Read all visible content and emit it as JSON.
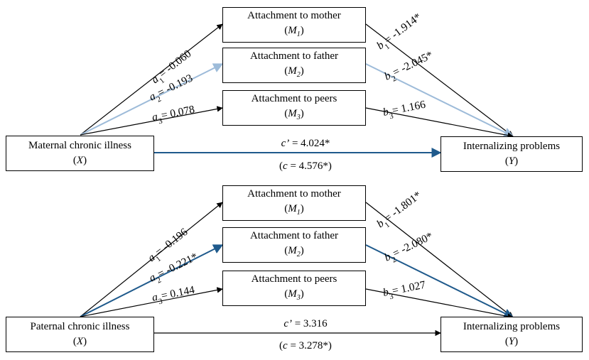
{
  "colors": {
    "black": "#000000",
    "light_blue": "#9dbbd9",
    "dark_blue": "#1f5a8c"
  },
  "top": {
    "x_label": "Maternal chronic illness",
    "x_sym": "X",
    "m1_label": "Attachment to mother",
    "m2_label": "Attachment to father",
    "m3_label": "Attachment to peers",
    "y_label": "Internalizing problems",
    "y_sym": "Y",
    "a1": "= -0.060",
    "a2": "= -0.193",
    "a3": "= 0.078",
    "b1": "= -1.914*",
    "b2": "= -2.045*",
    "b3": "= 1.166",
    "c_prime": "= 4.024*",
    "c_total": "= 4.576*)"
  },
  "bottom": {
    "x_label": "Paternal chronic illness",
    "x_sym": "X",
    "m1_label": "Attachment to mother",
    "m2_label": "Attachment to father",
    "m3_label": "Attachment to peers",
    "y_label": "Internalizing problems",
    "y_sym": "Y",
    "a1": "= -0.196",
    "a2": "= -0.221*",
    "a3": "= 0.144",
    "b1": "= -1.801*",
    "b2": "= -2.080*",
    "b3": "= 1.027",
    "c_prime": "= 3.316",
    "c_total": "= 3.278*)"
  }
}
